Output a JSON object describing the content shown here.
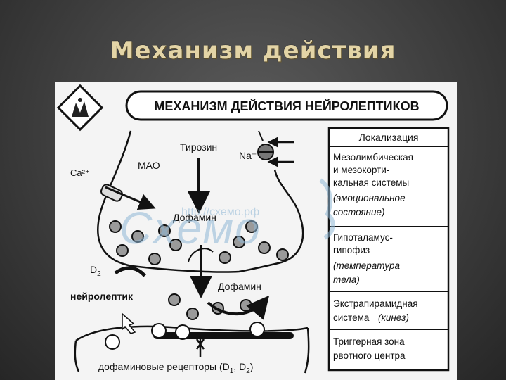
{
  "slide": {
    "title": "Механизм действия"
  },
  "diagram": {
    "header": "МЕХАНИЗМ ДЕЙСТВИЯ НЕЙРОЛЕПТИКОВ",
    "labels": {
      "mao": "МАО",
      "ca": "Ca²⁺",
      "tyrosine": "Тирозин",
      "na": "Na⁺",
      "dopamine_inner": "Дофамин",
      "dopamine_released": "Дофамин",
      "d2": "D",
      "d2_sub": "2",
      "neuroleptic": "нейролептик",
      "receptors_text": "дофаминовые рецепторы (D",
      "receptors_d1_sub": "1",
      "receptors_sep": ", D",
      "receptors_d2_sub": "2",
      "receptors_end": ")"
    },
    "localization": {
      "header": "Локализация",
      "rows": [
        {
          "lines": [
            "Мезолимбическая",
            "и мезокорти-",
            "кальная системы"
          ],
          "italic_lines": [
            "(эмоциональное",
            "состояние)"
          ]
        },
        {
          "lines": [
            "Гипоталамус-",
            "гипофиз"
          ],
          "italic_lines": [
            "(температура",
            "тела)"
          ]
        },
        {
          "lines": [
            "Экстрапирамидная",
            "система"
          ],
          "italic_inline": "(кинез)"
        },
        {
          "lines": [
            "Триггерная зона",
            "рвотного центра"
          ],
          "italic_lines": []
        }
      ]
    },
    "watermark": {
      "url": "http://схемо.рф",
      "word": "Схемо"
    }
  }
}
